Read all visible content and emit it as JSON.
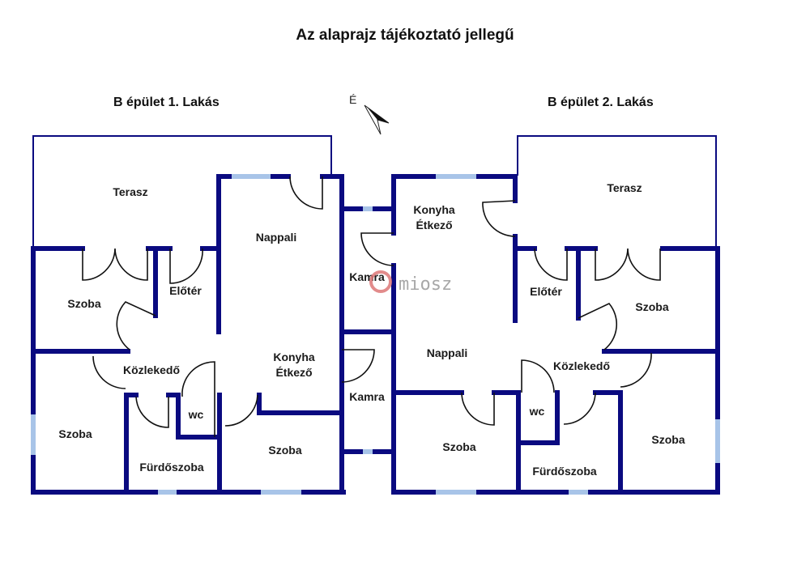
{
  "title": "Az alaprajz tájékoztató jellegű",
  "units": [
    {
      "title": "B épület 1. Lakás"
    },
    {
      "title": "B épület 2. Lakás"
    }
  ],
  "compass": {
    "label": "É"
  },
  "watermark": {
    "text": "miosz"
  },
  "colors": {
    "wall": "#0a0a80",
    "window": "#a8c4e8",
    "door": "#111111"
  },
  "rooms": {
    "u1_terasz": "Terasz",
    "u1_nappali": "Nappali",
    "u1_szoba1": "Szoba",
    "u1_eloter": "Előtér",
    "u1_kozlekedo": "Közlekedő",
    "u1_konyha1": "Konyha",
    "u1_konyha2": "Étkező",
    "u1_szoba2": "Szoba",
    "u1_wc": "wc",
    "u1_furdo": "Fürdőszoba",
    "u1_szoba3": "Szoba",
    "kamra1": "Kamra",
    "kamra2": "Kamra",
    "u2_terasz": "Terasz",
    "u2_konyha1": "Konyha",
    "u2_konyha2": "Étkező",
    "u2_nappali": "Nappali",
    "u2_eloter": "Előtér",
    "u2_szoba1": "Szoba",
    "u2_kozlekedo": "Közlekedő",
    "u2_wc": "wc",
    "u2_szoba2": "Szoba",
    "u2_furdo": "Fürdőszoba",
    "u2_szoba3": "Szoba"
  }
}
